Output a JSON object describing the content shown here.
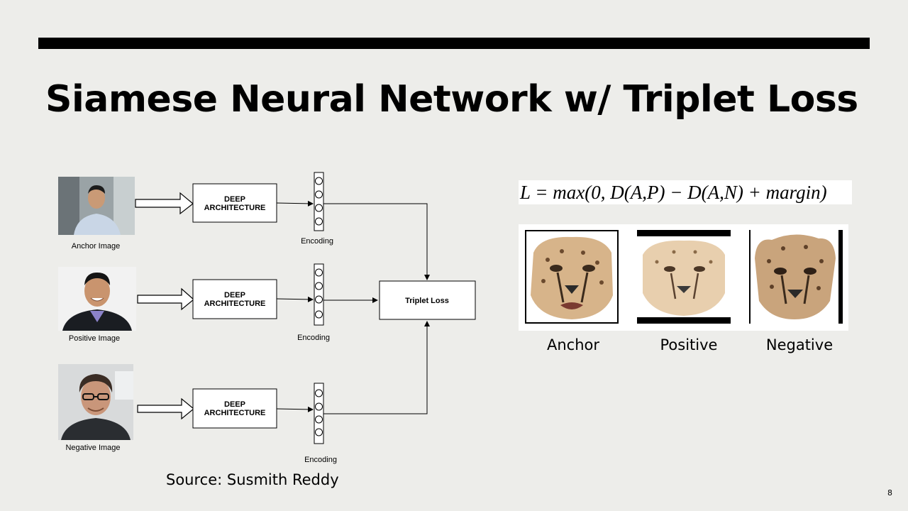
{
  "slide": {
    "title": "Siamese Neural Network w/ Triplet Loss",
    "source": "Source: Susmith Reddy",
    "page_number": "8"
  },
  "diagram": {
    "branches": [
      {
        "image_label": "Anchor Image",
        "block_label_line1": "DEEP",
        "block_label_line2": "ARCHITECTURE",
        "encoding_label": "Encoding"
      },
      {
        "image_label": "Positive Image",
        "block_label_line1": "DEEP",
        "block_label_line2": "ARCHITECTURE",
        "encoding_label": "Encoding"
      },
      {
        "image_label": "Negative Image",
        "block_label_line1": "DEEP",
        "block_label_line2": "ARCHITECTURE",
        "encoding_label": "Encoding"
      }
    ],
    "loss_label": "Triplet Loss"
  },
  "formula": "L = max(0, D(A,P) − D(A,N) + margin)",
  "cheetah_captions": [
    "Anchor",
    "Positive",
    "Negative"
  ],
  "colors": {
    "background": "#ededea",
    "rule": "#000000"
  }
}
